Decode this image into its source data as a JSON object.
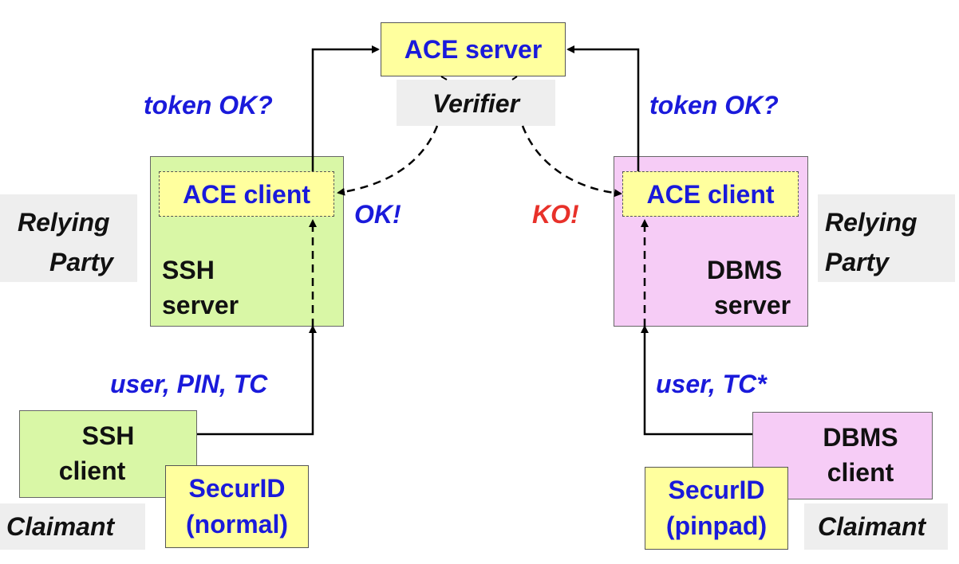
{
  "ace_server": "ACE server",
  "verifier": "Verifier",
  "left": {
    "token_query": "token OK?",
    "ace_client": "ACE client",
    "response": "OK!",
    "role": [
      "Relying",
      "Party"
    ],
    "server": [
      "SSH",
      "server"
    ],
    "credentials": "user, PIN, TC",
    "client": [
      "SSH",
      "client"
    ],
    "token": [
      "SecurID",
      "(normal)"
    ],
    "claimant": "Claimant"
  },
  "right": {
    "token_query": "token OK?",
    "ace_client": "ACE client",
    "response": "KO!",
    "role": [
      "Relying",
      "Party"
    ],
    "server": [
      "DBMS",
      "server"
    ],
    "credentials": "user, TC*",
    "client": [
      "DBMS",
      "client"
    ],
    "token": [
      "SecurID",
      "(pinpad)"
    ],
    "claimant": "Claimant"
  },
  "colors": {
    "ace_yellow": "#ffff9e",
    "ssh_green": "#d9f7a6",
    "dbms_pink": "#f6ccf6",
    "label_gray": "#eeeeee",
    "text_blue": "#1a1adb",
    "ko_red": "#e8312a"
  }
}
